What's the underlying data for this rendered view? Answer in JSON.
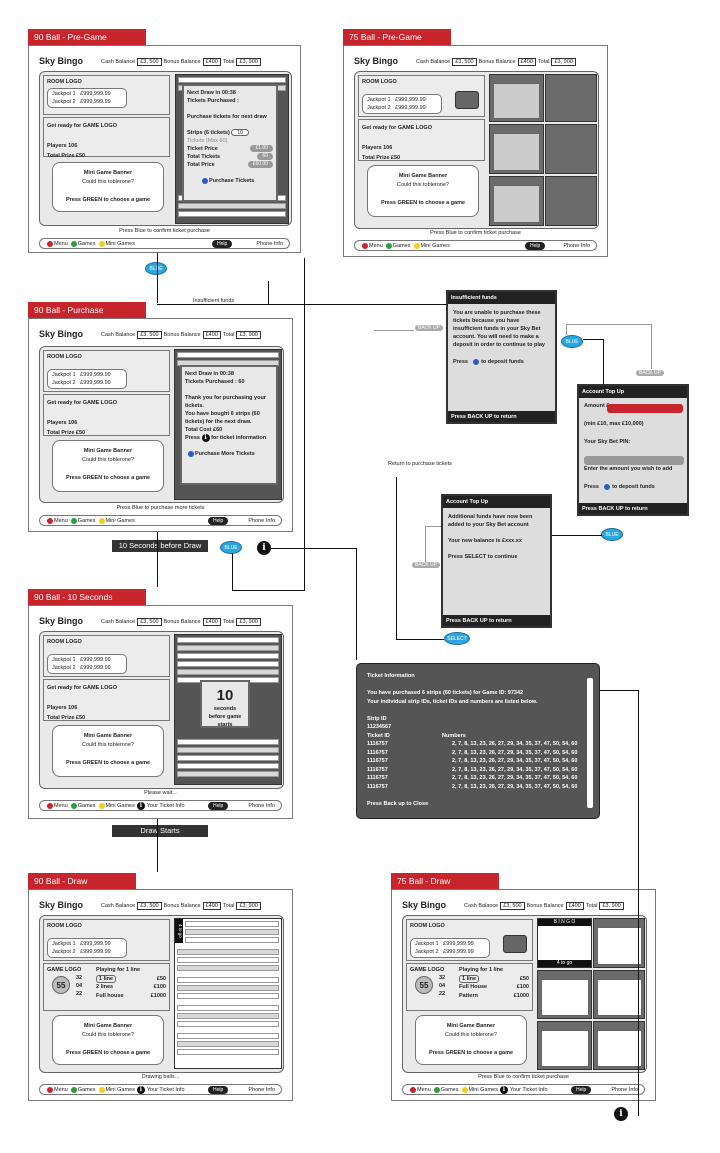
{
  "common": {
    "brand": "Sky Bingo",
    "cash_label": "Cash Balance",
    "cash": "£3, 500",
    "bonus_label": "Bonus Balance",
    "bonus": "£400",
    "total_label": "Total",
    "total": "£3, 900",
    "room_logo": "ROOM LOGO",
    "jackpot1": "Jackpot 1",
    "jackpot1_val": "£999,999.99",
    "jackpot2": "Jackpot 2",
    "jackpot2_val": "£999,999.99",
    "get_ready": "Get ready for GAME LOGO",
    "players": "Players 106",
    "total_prize": "Total Prize £50",
    "mini_banner": "Mini Game Banner",
    "toblerone": "Could this toblerone?",
    "press_green": "Press GREEN to choose a game",
    "menu": "Menu",
    "games": "Games",
    "mini_games": "Mini Games",
    "help": "Help",
    "phone_info": "Phone Info",
    "your_ticket_info": "Your Ticket Info",
    "game_logo": "GAME LOGO"
  },
  "screens": {
    "s90pre": {
      "tab": "90 Ball - Pre-Game",
      "next_draw": "Next Draw in 00:38",
      "purchased": "Tickets Purchased :",
      "purchase_next": "Purchase tickets for next draw",
      "strips": "Strips (6 tickets)",
      "strips_val": "10",
      "tickets_max": "Tickets (Max 60)",
      "ticket_price": "Ticket Price",
      "ticket_price_val": "£1.00",
      "total_tickets": "Total Tickets",
      "total_tickets_val": "60",
      "total_price": "Total Price",
      "total_price_val": "£60.00",
      "purchase_btn": "Purchase Tickets",
      "press": "Press Blue to confirm ticket purchase"
    },
    "s75pre": {
      "tab": "75 Ball - Pre-Game",
      "press": "Press Blue to confirm ticket purchase"
    },
    "s90pur": {
      "tab": "90 Ball - Purchase",
      "next_draw": "Next Draw in 00:38",
      "purchased": "Tickets Purchased : 60",
      "thanks": "Thank you for purchasing your tickets.",
      "bought": "You have bought 6 strips (60 tickets) for the next draw.",
      "total_cost": "Total Cost £60",
      "press_for": "Press",
      "for_info": "for ticket information",
      "more": "Purchase More Tickets",
      "press": "Press Blue to purchase more tickets"
    },
    "s90ten": {
      "tab": "90 Ball - 10 Seconds",
      "count": "10",
      "count_text": "seconds before game starts",
      "press": "Please wait..."
    },
    "s90draw": {
      "tab": "90 Ball - Draw",
      "ball": "55",
      "ball_nums": [
        "32",
        "04",
        "22"
      ],
      "playing_for": "Playing for 1 line",
      "line1": "1 line",
      "line1_val": "£50",
      "lines2": "2 lines",
      "lines2_val": "£100",
      "full": "Full house",
      "full_val": "£1000",
      "to_go": "4 to go",
      "press": "Drawing balls..."
    },
    "s75draw": {
      "tab": "75 Ball - Draw",
      "ball": "55",
      "ball_nums": [
        "32",
        "04",
        "22"
      ],
      "playing_for": "Playing for 1 line",
      "line1": "1 line",
      "line1_val": "£50",
      "full": "Full House",
      "full_val": "£100",
      "pattern": "Pattern",
      "pattern_val": "£1000",
      "to_go": "4 to go",
      "press": "Press Blue to confirm ticket purchase"
    }
  },
  "panels": {
    "insufficient": {
      "title": "Insufficient funds",
      "body": "You are unable to purchase these tickets because you have insufficient funds in your Sky Bet account. You will need to make a deposit in order to continue to play",
      "press": "Press",
      "deposit": "to deposit funds",
      "footer": "Press BACK UP to return"
    },
    "topup1": {
      "title": "Account Top Up",
      "amount": "Amount £",
      "minmax": "(min £10, max £10,000)",
      "pin": "Your Sky Bet PIN:",
      "enter": "Enter the amount you wish to add",
      "press": "Press",
      "deposit": "to deposit funds",
      "footer": "Press BACK UP to return"
    },
    "topup2": {
      "title": "Account Top Up",
      "added": "Additional funds have now been added to your Sky Bet account",
      "balance": "Your new balance is £xxx.xx",
      "select": "Press SELECT to continue",
      "footer": "Press BACK UP to return"
    },
    "ticketinfo": {
      "title": "Ticket Information",
      "l1": "You have purchased 6 strips (60 tickets) for Game ID: 97342",
      "l2": "Your individual strip IDs, ticket IDs and numbers are listed below.",
      "strip_label": "Strip ID",
      "strip_id": "11234567",
      "ticket_label": "Ticket ID",
      "numbers_label": "Numbers",
      "rows": [
        {
          "id": "1116757",
          "nums": "2, 7, 8, 13, 23, 26, 27, 29, 34, 35, 37, 47, 50, 54, 60"
        },
        {
          "id": "1116757",
          "nums": "2, 7, 8, 13, 23, 26, 27, 29, 34, 35, 37, 47, 50, 54, 60"
        },
        {
          "id": "1116757",
          "nums": "2, 7, 8, 13, 23, 26, 27, 29, 34, 35, 37, 47, 50, 54, 60"
        },
        {
          "id": "1116757",
          "nums": "2, 7, 8, 13, 23, 26, 27, 29, 34, 35, 37, 47, 50, 54, 60"
        },
        {
          "id": "1116757",
          "nums": "2, 7, 8, 13, 23, 26, 27, 29, 34, 35, 37, 47, 50, 54, 60"
        },
        {
          "id": "1116757",
          "nums": "2, 7, 8, 13, 23, 26, 27, 29, 34, 35, 37, 47, 50, 54, 60"
        }
      ],
      "footer": "Press Back up to Close"
    }
  },
  "flow": {
    "blue": "BLUE",
    "select": "SELECT",
    "back_up": "BACK UP",
    "insufficient_funds": "Insufficient funds",
    "return_purchase": "Return to purchase tickets",
    "ten_seconds": "10 Seconds before Draw",
    "draw_starts": "Draw Starts",
    "info": "i"
  },
  "bingo_header": "B I N G O"
}
